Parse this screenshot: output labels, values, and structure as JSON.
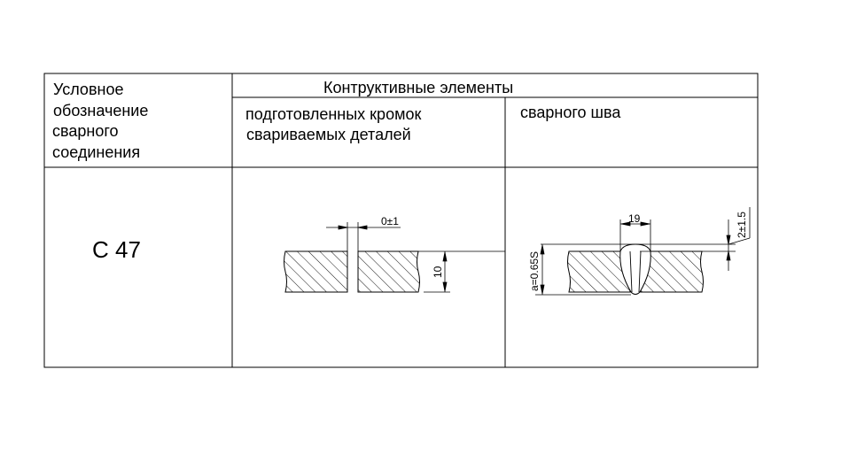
{
  "table": {
    "header_col1_lines": [
      "Условное",
      "обозначение",
      "сварного",
      "соединения"
    ],
    "header_group": "Контруктивные элементы",
    "header_sub1_lines": [
      "подготовленных кромок",
      "свариваемых деталей"
    ],
    "header_sub2": "сварного шва",
    "designation": "С 47"
  },
  "drawing_prep": {
    "gap_label": "0±1",
    "thickness_label": "10"
  },
  "drawing_weld": {
    "width_label": "19",
    "height_label": "2±1.5",
    "throat_label": "a=0.65S"
  }
}
